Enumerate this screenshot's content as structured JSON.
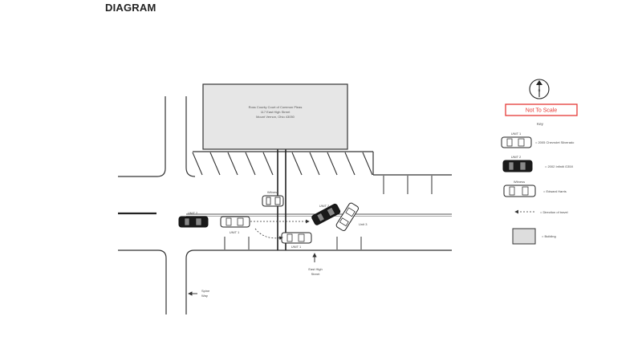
{
  "heading": "DIAGRAM",
  "building": {
    "line1": "Ross County Court of Common Pleas",
    "line2": "117 East High Street",
    "line3": "Mount Vernon, Ohio 43050"
  },
  "labels": {
    "unit1": "UNIT 1",
    "unit1_b": "UNIT 1",
    "unit2": "UNIT 2",
    "unit2_b": "UNIT 2",
    "unit3": "Unit 3",
    "witness": "Witness",
    "street_line1": "East High",
    "street_line2": "Street",
    "north_line1": "Spine",
    "north_line2": "Way"
  },
  "legend": {
    "compass_letter": "N",
    "not_to_scale": "Not To Scale",
    "key_label": "Key",
    "items": [
      {
        "tag": "UNIT 1",
        "text": "= 2005 Chevrolet Silverado"
      },
      {
        "tag": "UNIT 2",
        "text": "= 2002 Infiniti G35X"
      },
      {
        "tag": "Witness",
        "text": "= Edward Harris"
      },
      {
        "tag": "",
        "text": "= Direction of travel"
      },
      {
        "tag": "",
        "text": "= Building"
      }
    ]
  },
  "colors": {
    "accent_red": "#e53935",
    "dark_car": "#1a1a1a",
    "building_fill": "#e6e6e6",
    "legend_box_fill": "#dddddd",
    "line": "#333333"
  }
}
